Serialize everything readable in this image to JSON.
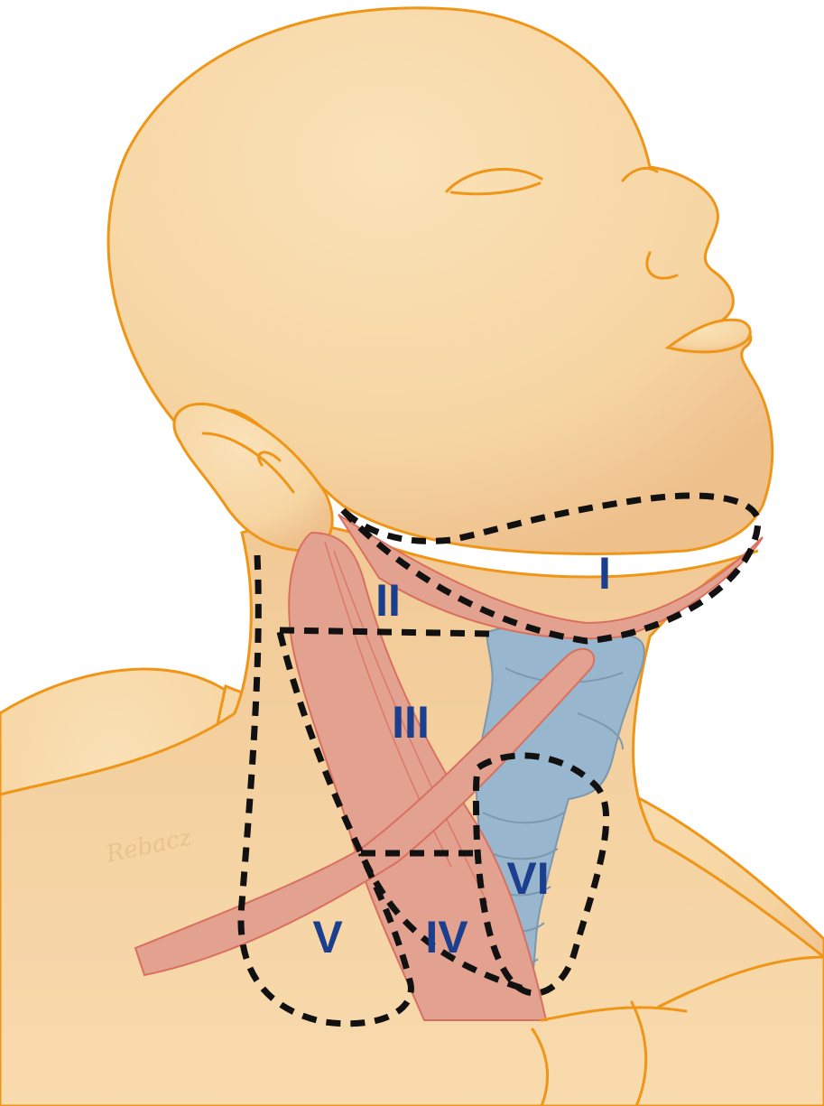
{
  "colors": {
    "skin": "#f8d8a8",
    "skin_shadow": "#eec08a",
    "outline": "#ef9518",
    "muscle": "#e3a190",
    "muscle_line": "#d9705f",
    "cartilage": "#98b7ce",
    "cartilage_line": "#7d98ad",
    "label": "#1b3e8f",
    "dash": "#111111",
    "signature": "#e9c48a"
  },
  "zones": [
    {
      "id": "I",
      "text": "I"
    },
    {
      "id": "II",
      "text": "II"
    },
    {
      "id": "III",
      "text": "III"
    },
    {
      "id": "IV",
      "text": "IV"
    },
    {
      "id": "V",
      "text": "V"
    },
    {
      "id": "VI",
      "text": "VI"
    }
  ],
  "signature": "Rebacz"
}
